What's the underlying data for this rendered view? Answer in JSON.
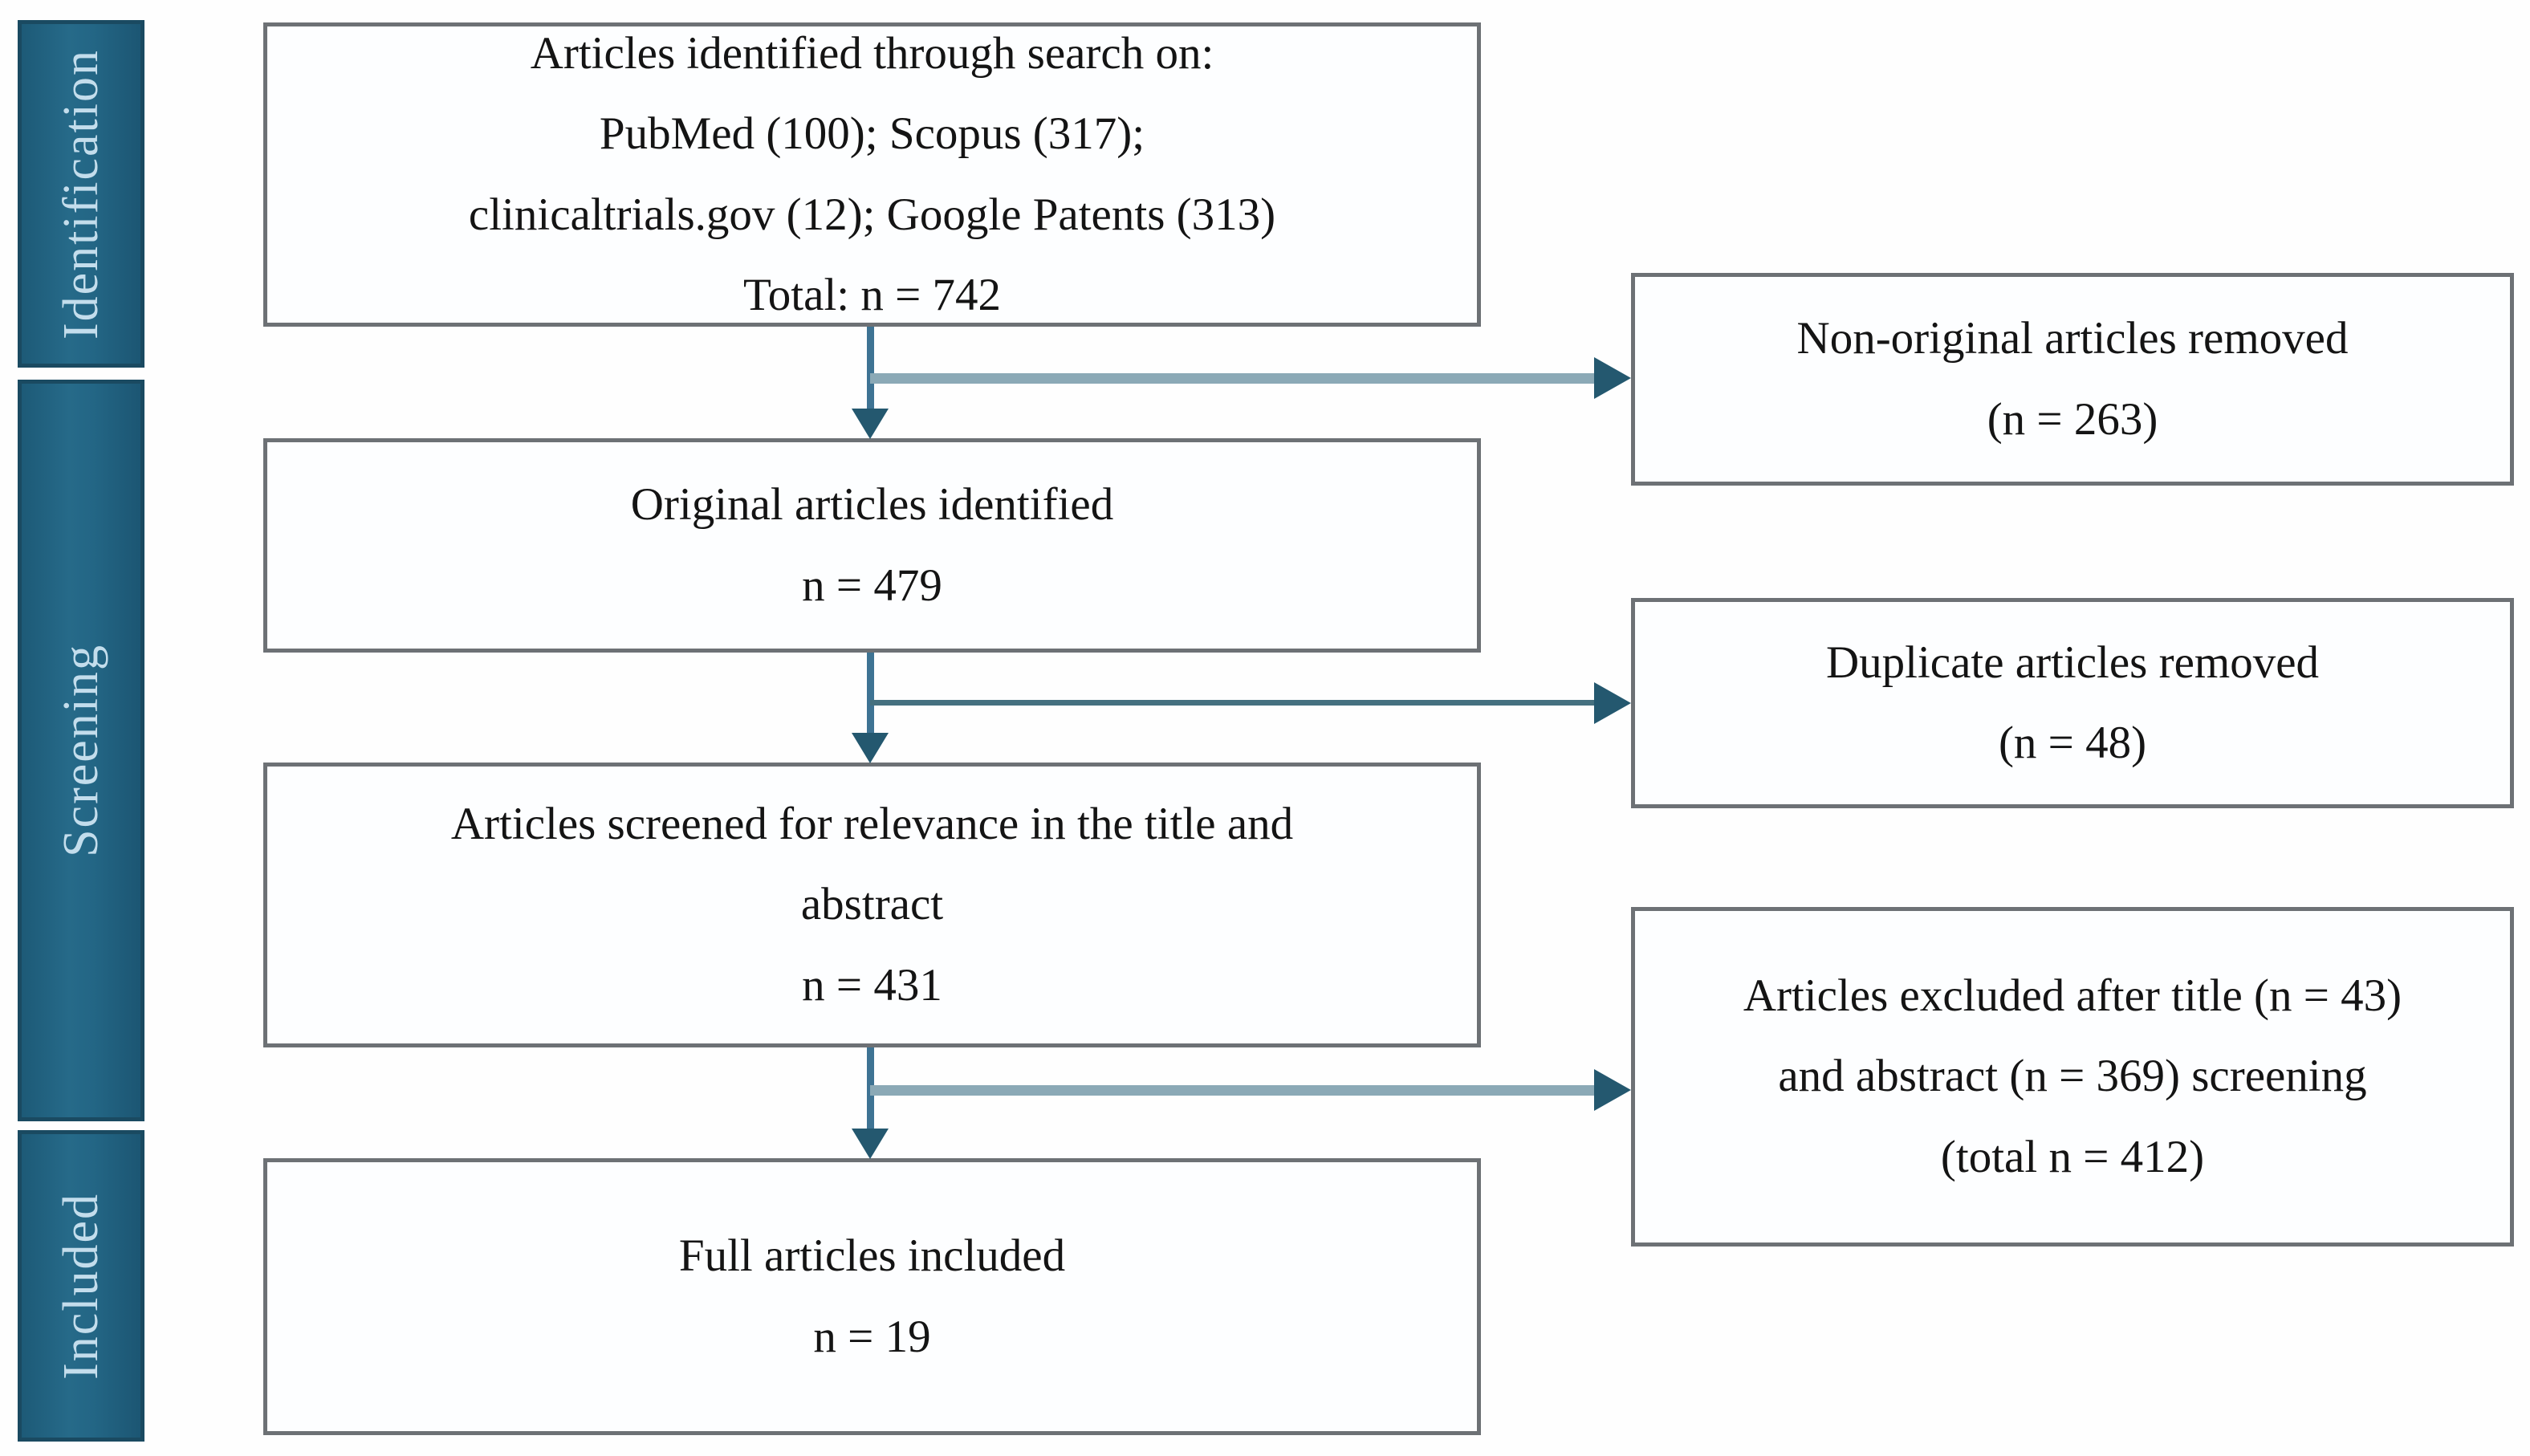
{
  "sidebar": {
    "stages": [
      {
        "label": "Identification"
      },
      {
        "label": "Screening"
      },
      {
        "label": "Included"
      }
    ]
  },
  "flow": {
    "main_boxes": [
      {
        "id": "articles-identified",
        "lines": [
          "Articles identified through search on:",
          "PubMed (100); Scopus (317);",
          "clinicaltrials.gov (12); Google Patents (313)",
          "Total: n = 742"
        ]
      },
      {
        "id": "original-articles",
        "lines": [
          "Original articles identified",
          "n = 479"
        ]
      },
      {
        "id": "articles-screened",
        "lines": [
          "Articles screened for relevance in the title and",
          "abstract",
          "n = 431"
        ]
      },
      {
        "id": "full-articles-included",
        "lines": [
          "Full articles included",
          "n = 19"
        ]
      }
    ],
    "side_boxes": [
      {
        "id": "non-original-removed",
        "lines": [
          "Non-original articles removed",
          "(n = 263)"
        ]
      },
      {
        "id": "duplicates-removed",
        "lines": [
          "Duplicate articles removed",
          "(n = 48)"
        ]
      },
      {
        "id": "articles-excluded",
        "lines": [
          "Articles excluded after title (n = 43)",
          "and abstract (n = 369) screening",
          "(total n = 412)"
        ]
      }
    ]
  },
  "colors": {
    "stage_bar_fill": "#236685",
    "stage_bar_border": "#1a4a61",
    "stage_text": "#c3ddec",
    "box_border": "#6d7175",
    "box_fill": "#fdfeff",
    "box_text": "#141414",
    "arrow_vertical": "#3e7393",
    "arrow_horizontal_light": "#8ba9b6",
    "arrow_horizontal_dark": "#45707f",
    "arrowhead": "#24586f"
  }
}
